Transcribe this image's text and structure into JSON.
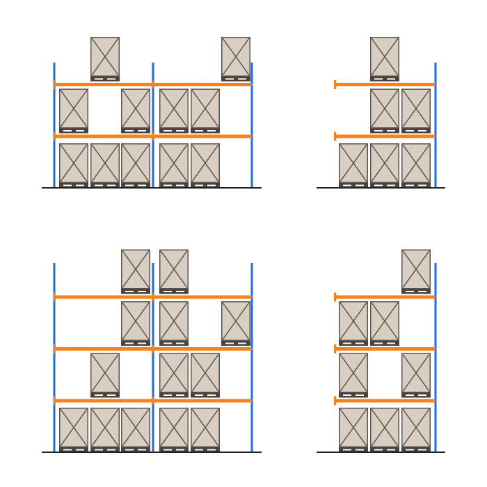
{
  "colors": {
    "upright": "#1a6ee8",
    "beam": "#f5821f",
    "box_fill": "#d8cec2",
    "box_stroke": "#5b524a",
    "pallet": "#4a423c",
    "ground": "#222222"
  },
  "racks": [
    {
      "name": "rack-top-left",
      "bays": 2,
      "levels": [
        [
          1,
          1,
          1,
          1,
          1,
          0
        ],
        [
          1,
          0,
          1,
          1,
          1,
          0
        ],
        [
          0,
          1,
          0,
          0,
          0,
          1
        ]
      ]
    },
    {
      "name": "rack-top-right",
      "bays": 1,
      "levels": [
        [
          1,
          1,
          1
        ],
        [
          0,
          1,
          1
        ],
        [
          0,
          1,
          0
        ]
      ]
    },
    {
      "name": "rack-bottom-left",
      "bays": 2,
      "levels": [
        [
          1,
          1,
          1,
          1,
          1,
          0
        ],
        [
          0,
          1,
          0,
          1,
          1,
          0
        ],
        [
          0,
          0,
          1,
          1,
          0,
          1
        ],
        [
          0,
          0,
          1,
          1,
          0,
          0
        ]
      ]
    },
    {
      "name": "rack-bottom-right",
      "bays": 1,
      "levels": [
        [
          1,
          1,
          1
        ],
        [
          1,
          0,
          1
        ],
        [
          1,
          1,
          0
        ],
        [
          0,
          0,
          1
        ]
      ]
    }
  ]
}
